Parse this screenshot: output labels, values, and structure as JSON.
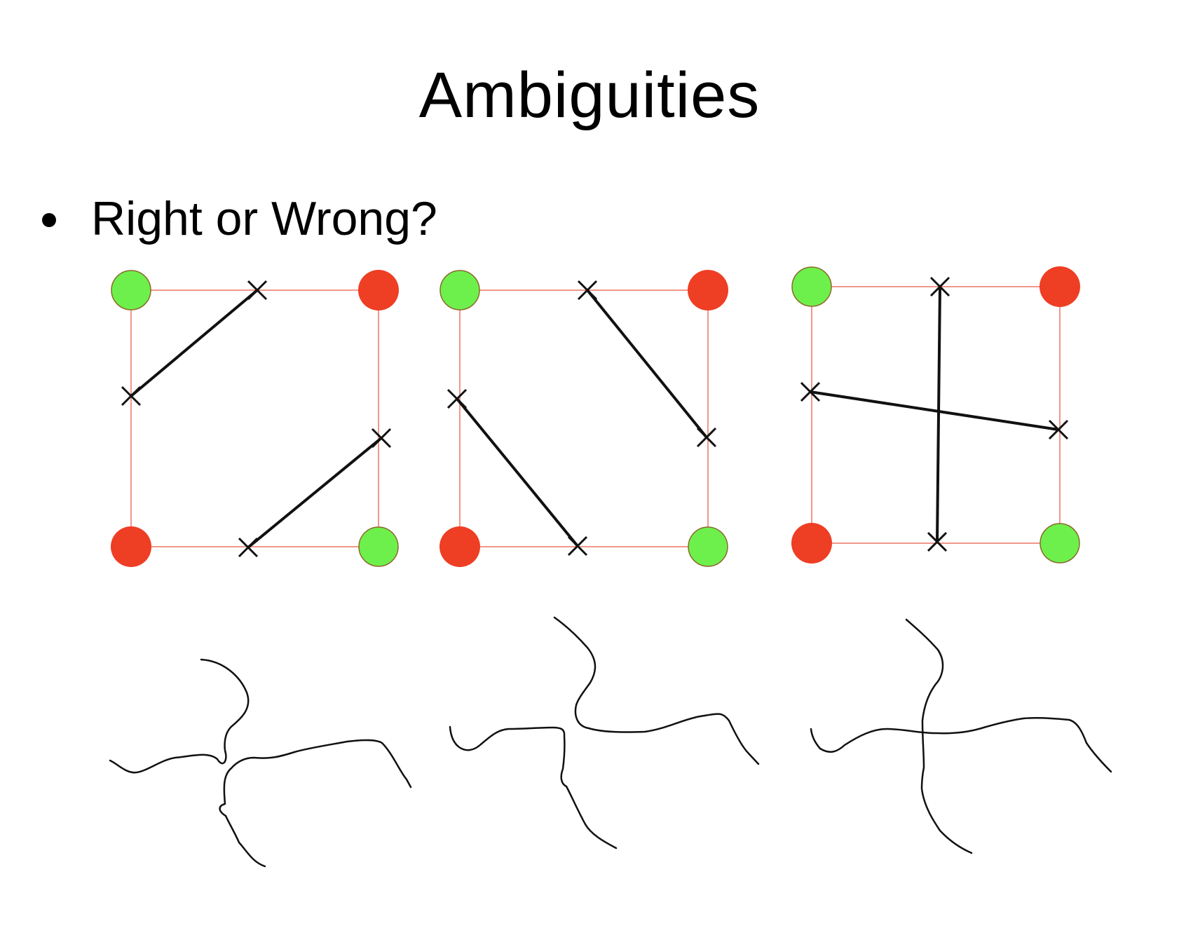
{
  "title": "Ambiguities",
  "bullet": {
    "text": "Right or Wrong?"
  },
  "colors": {
    "positive_vertex": "#6ef04c",
    "negative_vertex": "#ee3e24",
    "cell_edge": "#f0988a",
    "contour": "#111111",
    "vertex_outline": "#8a6a2a"
  },
  "cells": [
    {
      "label": "cell-1",
      "top_left": "positive",
      "top_right": "negative",
      "bottom_left": "negative",
      "bottom_right": "positive",
      "connection": "corners-cut"
    },
    {
      "label": "cell-2",
      "top_left": "positive",
      "top_right": "negative",
      "bottom_left": "negative",
      "bottom_right": "positive",
      "connection": "corners-cut"
    },
    {
      "label": "cell-3",
      "top_left": "positive",
      "top_right": "negative",
      "bottom_left": "negative",
      "bottom_right": "positive",
      "connection": "crossing"
    }
  ],
  "sketches": [
    {
      "label": "sketch-1",
      "topology": "separated"
    },
    {
      "label": "sketch-2",
      "topology": "joined"
    },
    {
      "label": "sketch-3",
      "topology": "crossing"
    }
  ]
}
